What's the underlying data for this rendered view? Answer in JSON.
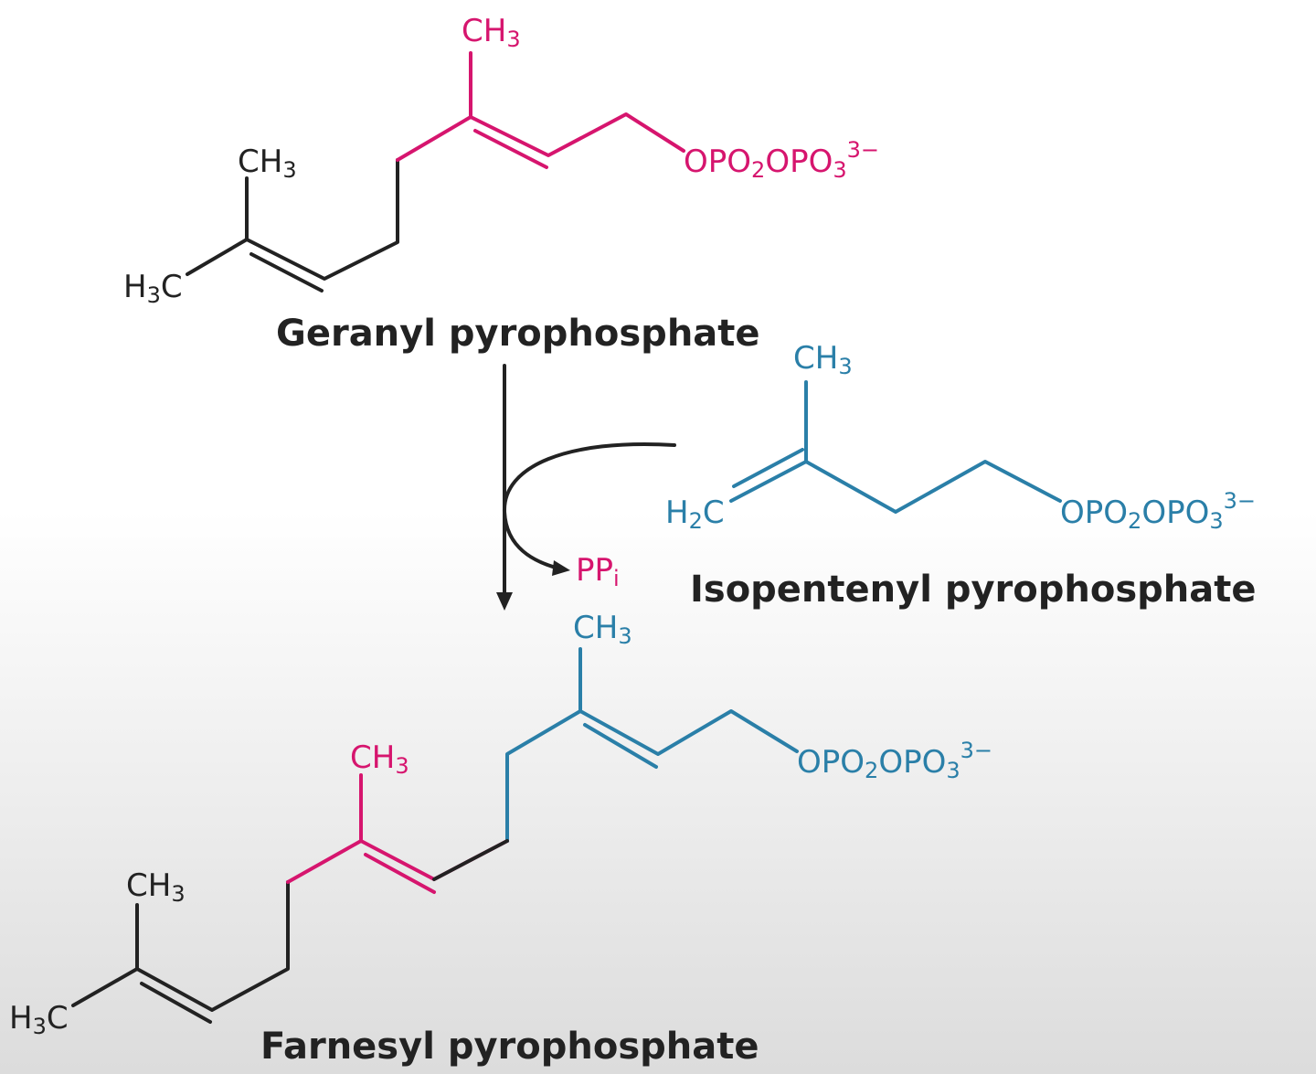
{
  "colors": {
    "black": "#222222",
    "magenta": "#d6156e",
    "blue": "#2a7fa8"
  },
  "molecules": {
    "geranyl": {
      "name": "Geranyl pyrophosphate",
      "ch3_top": "CH",
      "ch3_left": "CH",
      "h3c": "C",
      "h3c_h": "H",
      "opp": "OPO",
      "opp_mid": "OPO",
      "sub3": "3",
      "sub2": "2",
      "charge": "3−"
    },
    "isopentenyl": {
      "name": "Isopentenyl pyrophosphate",
      "ch3": "CH",
      "h2c_h": "H",
      "h2c_c": "C",
      "opp": "OPO",
      "opp_mid": "OPO",
      "sub3": "3",
      "sub2": "2",
      "charge": "3−"
    },
    "farnesyl": {
      "name": "Farnesyl pyrophosphate",
      "ch3_top": "CH",
      "ch3_mid": "CH",
      "ch3_left": "CH",
      "h3c_h": "H",
      "h3c": "C",
      "opp": "OPO",
      "opp_mid": "OPO",
      "sub3": "3",
      "sub2": "2",
      "charge": "3−"
    }
  },
  "byproduct": {
    "pp": "PP",
    "sub": "i"
  }
}
